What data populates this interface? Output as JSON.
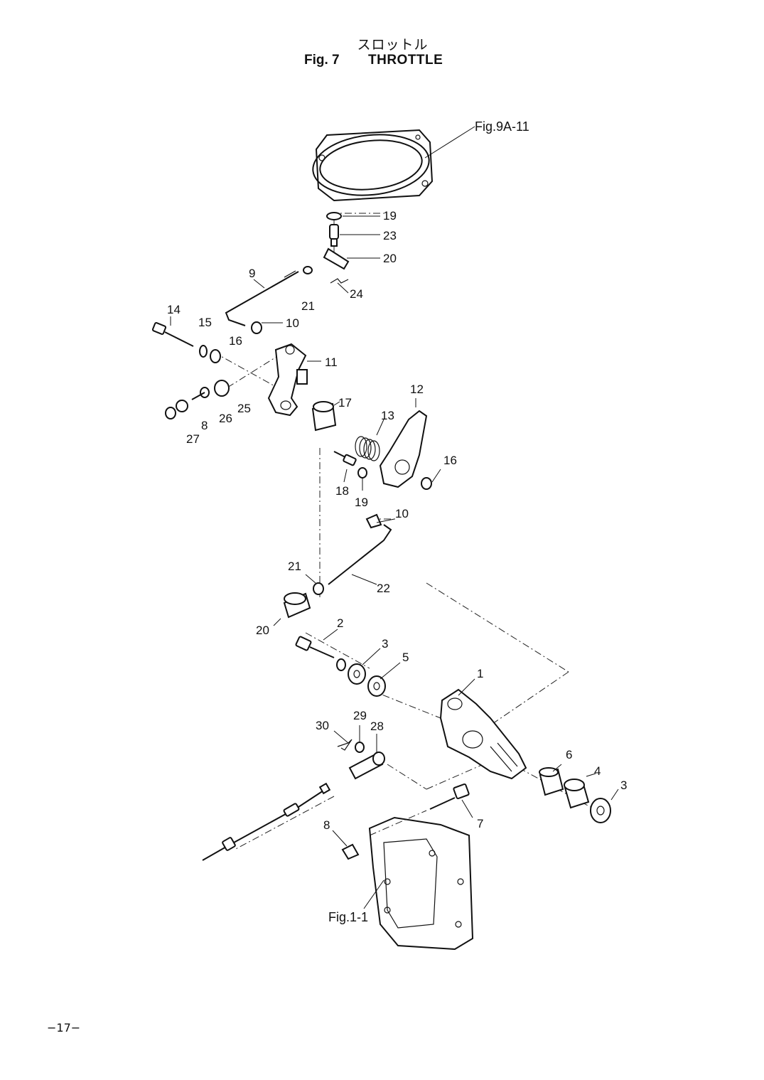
{
  "header": {
    "title_jp": "スロットル",
    "fig_number": "Fig. 7",
    "title_en": "THROTTLE"
  },
  "references": {
    "top": "Fig.9A-11",
    "bottom": "Fig.1-1"
  },
  "callouts": {
    "c1": "1",
    "c2": "2",
    "c3a": "3",
    "c3b": "3",
    "c4": "4",
    "c5": "5",
    "c6": "6",
    "c7": "7",
    "c8a": "8",
    "c8b": "8",
    "c9": "9",
    "c10a": "10",
    "c10b": "10",
    "c11": "11",
    "c12": "12",
    "c13": "13",
    "c14": "14",
    "c15": "15",
    "c16a": "16",
    "c16b": "16",
    "c17": "17",
    "c18": "18",
    "c19a": "19",
    "c19b": "19",
    "c20a": "20",
    "c20b": "20",
    "c21a": "21",
    "c21b": "21",
    "c22": "22",
    "c23": "23",
    "c24": "24",
    "c25": "25",
    "c26": "26",
    "c27": "27",
    "c28": "28",
    "c29": "29",
    "c30": "30"
  },
  "footer": {
    "page_number": "−17−"
  }
}
